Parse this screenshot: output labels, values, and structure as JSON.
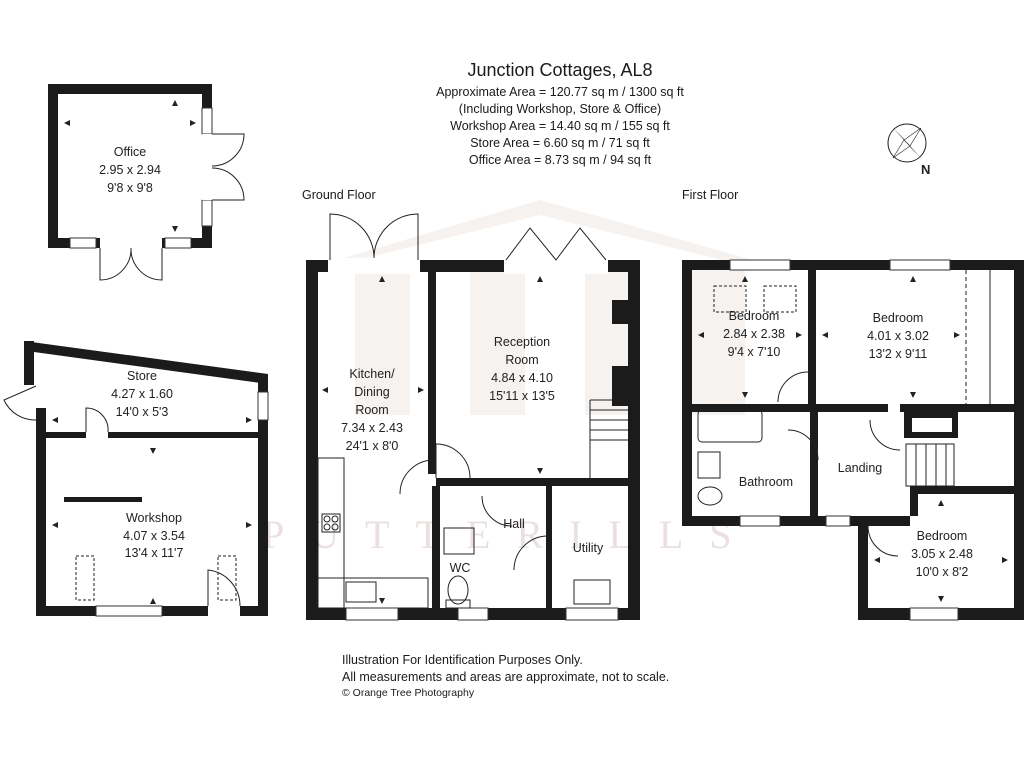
{
  "header": {
    "title": "Junction Cottages, AL8",
    "lines": [
      "Approximate Area = 120.77 sq m / 1300 sq ft",
      "(Including Workshop, Store & Office)",
      "Workshop Area = 14.40 sq m / 155 sq ft",
      "Store Area = 6.60 sq m / 71 sq ft",
      "Office Area = 8.73 sq m / 94 sq ft"
    ]
  },
  "floor_labels": {
    "ground": "Ground Floor",
    "first": "First Floor"
  },
  "compass": {
    "letter": "N"
  },
  "watermark": {
    "text": "PUTTERILLS"
  },
  "rooms": {
    "office": {
      "name": "Office",
      "metric": "2.95 x 2.94",
      "imperial": "9'8 x 9'8"
    },
    "store": {
      "name": "Store",
      "metric": "4.27 x 1.60",
      "imperial": "14'0 x 5'3"
    },
    "workshop": {
      "name": "Workshop",
      "metric": "4.07 x 3.54",
      "imperial": "13'4 x 11'7"
    },
    "kitchen": {
      "name1": "Kitchen/",
      "name2": "Dining",
      "name3": "Room",
      "metric": "7.34 x 2.43",
      "imperial": "24'1 x 8'0"
    },
    "reception": {
      "name1": "Reception",
      "name2": "Room",
      "metric": "4.84 x 4.10",
      "imperial": "15'11 x 13'5"
    },
    "hall": {
      "name": "Hall"
    },
    "wc": {
      "name": "WC"
    },
    "utility": {
      "name": "Utility"
    },
    "bedroom1": {
      "name": "Bedroom",
      "metric": "2.84 x 2.38",
      "imperial": "9'4 x 7'10"
    },
    "bedroom2": {
      "name": "Bedroom",
      "metric": "4.01 x 3.02",
      "imperial": "13'2 x 9'11"
    },
    "bathroom": {
      "name": "Bathroom"
    },
    "landing": {
      "name": "Landing"
    },
    "bedroom3": {
      "name": "Bedroom",
      "metric": "3.05 x 2.48",
      "imperial": "10'0 x 8'2"
    }
  },
  "footer": {
    "line1": "Illustration For Identification Purposes Only.",
    "line2": "All measurements and areas are approximate, not to scale.",
    "copyright": "© Orange Tree Photography"
  }
}
